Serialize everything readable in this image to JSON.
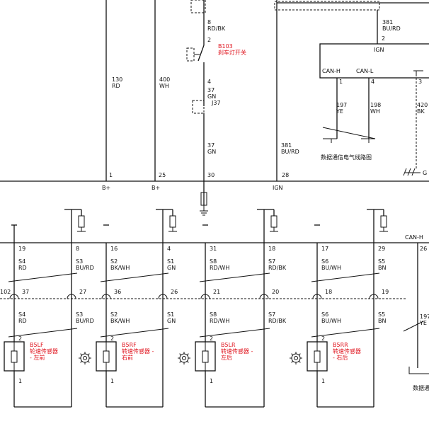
{
  "colors": {
    "wire": "#111111",
    "component_label": "#e0141e",
    "background": "#ffffff"
  },
  "top_wires": [
    {
      "id": "w130",
      "circuit": "130",
      "color": "RD",
      "pin": "1",
      "bus_label": "B+"
    },
    {
      "id": "w400",
      "circuit": "400",
      "color": "WH",
      "pin": "25",
      "bus_label": "B+"
    },
    {
      "id": "w381b",
      "circuit": "381",
      "color": "BU/RD",
      "pin": "28",
      "bus_label": "IGN"
    }
  ],
  "brake_switch": {
    "wire_in": {
      "circuit": "8",
      "color": "RD/BK"
    },
    "pin_top": "2",
    "id": "B103",
    "name": "刹车灯开关",
    "pin_bottom": "4",
    "wire_mid": {
      "circuit": "37",
      "color": "GN"
    },
    "connector": "J37",
    "wire_out": {
      "circuit": "37",
      "color": "GN"
    },
    "pin_ecu": "30"
  },
  "can_module": {
    "wire_in": {
      "circuit": "381",
      "color": "BU/RD"
    },
    "pin_in": "2",
    "ign_label": "IGN",
    "can_h_label": "CAN-H",
    "can_l_label": "CAN-L",
    "pins": [
      "1",
      "4",
      "3"
    ],
    "wires": [
      {
        "circuit": "197",
        "color": "YE"
      },
      {
        "circuit": "198",
        "color": "WH"
      },
      {
        "circuit": "420",
        "color": "BK"
      }
    ],
    "network_label": "数据通信电气线路图",
    "ground_label": "G"
  },
  "sensors": [
    {
      "id": "B5LF",
      "name": "轮速传感器",
      "position": "- 左前",
      "upper": [
        {
          "pin": "19",
          "s": "S4",
          "color": "RD"
        },
        {
          "pin": "8",
          "s": "S3",
          "color": "BU/RD"
        }
      ],
      "splice": [
        "37",
        "27"
      ],
      "lower": [
        {
          "s": "S4",
          "color": "RD"
        },
        {
          "s": "S3",
          "color": "BU/RD"
        }
      ],
      "pin_top": "2",
      "pin_bottom": "1"
    },
    {
      "id": "B5RF",
      "name": "转速传感器 -",
      "position": "右前",
      "upper": [
        {
          "pin": "16",
          "s": "S2",
          "color": "BK/WH"
        },
        {
          "pin": "4",
          "s": "S1",
          "color": "GN"
        }
      ],
      "splice": [
        "36",
        "26"
      ],
      "lower": [
        {
          "s": "S2",
          "color": "BK/WH"
        },
        {
          "s": "S1",
          "color": "GN"
        }
      ],
      "pin_top": "2",
      "pin_bottom": "1"
    },
    {
      "id": "B5LR",
      "name": "转速传感器 -",
      "position": "左后",
      "upper": [
        {
          "pin": "31",
          "s": "S8",
          "color": "RD/WH"
        },
        {
          "pin": "18",
          "s": "S7",
          "color": "RD/BK"
        }
      ],
      "splice": [
        "21",
        "20"
      ],
      "lower": [
        {
          "s": "S8",
          "color": "RD/WH"
        },
        {
          "s": "S7",
          "color": "RD/BK"
        }
      ],
      "pin_top": "2",
      "pin_bottom": "1"
    },
    {
      "id": "B5RR",
      "name": "转速传感器",
      "position": "- 右后",
      "upper": [
        {
          "pin": "17",
          "s": "S6",
          "color": "BU/WH"
        },
        {
          "pin": "29",
          "s": "S5",
          "color": "BN"
        }
      ],
      "splice": [
        "18",
        "19"
      ],
      "lower": [
        {
          "s": "S6",
          "color": "BU/WH"
        },
        {
          "s": "S5",
          "color": "BN"
        }
      ],
      "pin_top": "2",
      "pin_bottom": "1"
    }
  ],
  "left_edge": {
    "splice": "102"
  },
  "right_edge": {
    "can_h_label": "CAN-H",
    "pin": "26",
    "wire": {
      "circuit": "197",
      "color": "YE"
    },
    "network_label": "数据通"
  }
}
